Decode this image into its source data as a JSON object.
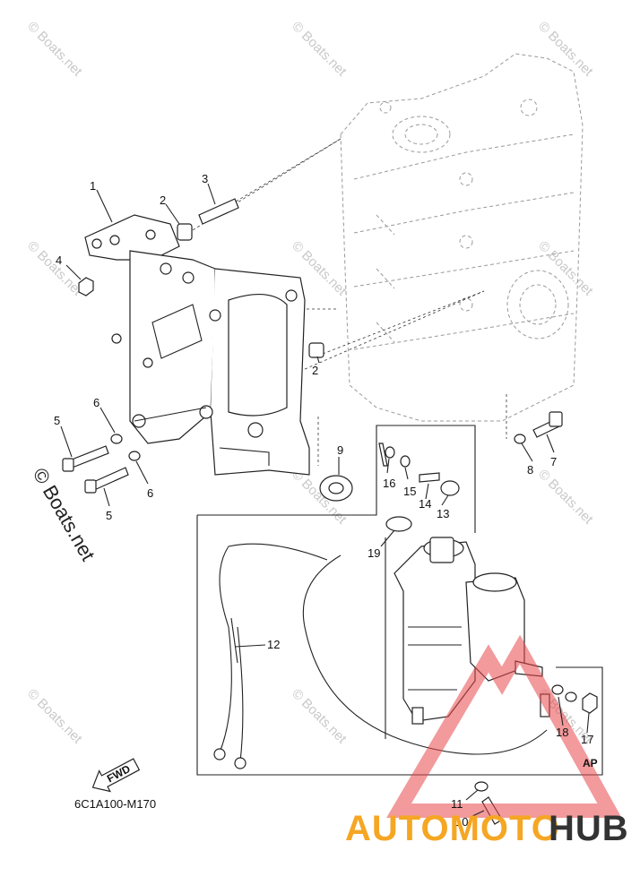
{
  "diagram": {
    "code": "6C1A100-M170",
    "fwd_label": "FWD",
    "ap_label": "AP",
    "watermark_small": "© Boats.net",
    "watermark_large": "© Boats.net",
    "brand": {
      "part1": "AUTOMOTO",
      "part2": "HUB",
      "color1": "#f5a623",
      "color2": "#333333",
      "logo_color": "#e8474b"
    },
    "callouts": [
      "1",
      "2",
      "3",
      "4",
      "5",
      "6",
      "2",
      "5",
      "6",
      "9",
      "16",
      "15",
      "14",
      "13",
      "7",
      "8",
      "19",
      "12",
      "18",
      "17",
      "11",
      "10"
    ]
  }
}
